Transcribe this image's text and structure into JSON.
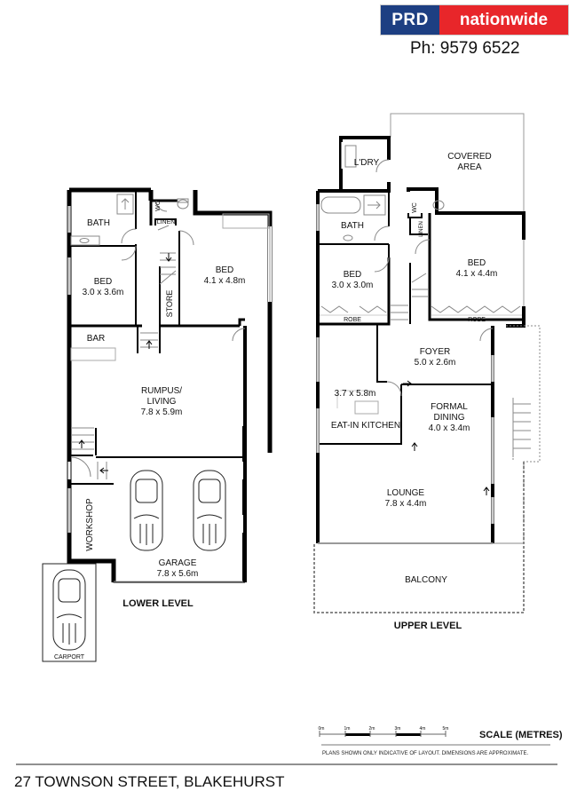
{
  "header": {
    "brand_left": "PRD",
    "brand_right": "nationwide",
    "phone": "Ph: 9579 6522",
    "colors": {
      "brand_blue": "#1d3f82",
      "brand_red": "#e8262a"
    }
  },
  "lower_level": {
    "title": "LOWER LEVEL",
    "rooms": {
      "bath": "BATH",
      "wc": "WC",
      "linen": "LINEN",
      "bed1_name": "BED",
      "bed1_size": "3.0 x 3.6m",
      "bed2_name": "BED",
      "bed2_size": "4.1 x 4.8m",
      "store": "STORE",
      "bar": "BAR",
      "rumpus_line1": "RUMPUS/",
      "rumpus_line2": "LIVING",
      "rumpus_size": "7.8 x 5.9m",
      "workshop": "WORKSHOP",
      "garage_name": "GARAGE",
      "garage_size": "7.8 x 5.6m",
      "carport": "CARPORT"
    }
  },
  "upper_level": {
    "title": "UPPER LEVEL",
    "rooms": {
      "laundry": "L'DRY",
      "covered_line1": "COVERED",
      "covered_line2": "AREA",
      "bath": "BATH",
      "wc": "WC",
      "linen": "LINEN",
      "bed1_name": "BED",
      "bed1_size": "3.0 x 3.0m",
      "bed2_name": "BED",
      "bed2_size": "4.1 x 4.4m",
      "robe1": "ROBE",
      "robe2": "ROBE",
      "foyer_name": "FOYER",
      "foyer_size": "5.0 x 2.6m",
      "kitchen_size": "3.7 x 5.8m",
      "kitchen_name": "EAT-IN KITCHEN",
      "dining_line1": "FORMAL",
      "dining_line2": "DINING",
      "dining_size": "4.0 x 3.4m",
      "lounge_name": "LOUNGE",
      "lounge_size": "7.8 x 4.4m",
      "balcony": "BALCONY"
    }
  },
  "scale": {
    "title": "SCALE (METRES)",
    "ticks": [
      "0m",
      "1m",
      "2m",
      "3m",
      "4m",
      "5m"
    ],
    "disclaimer": "PLANS SHOWN ONLY INDICATIVE OF LAYOUT.  DIMENSIONS ARE APPROXIMATE."
  },
  "footer": {
    "address": "27 TOWNSON STREET, BLAKEHURST"
  }
}
